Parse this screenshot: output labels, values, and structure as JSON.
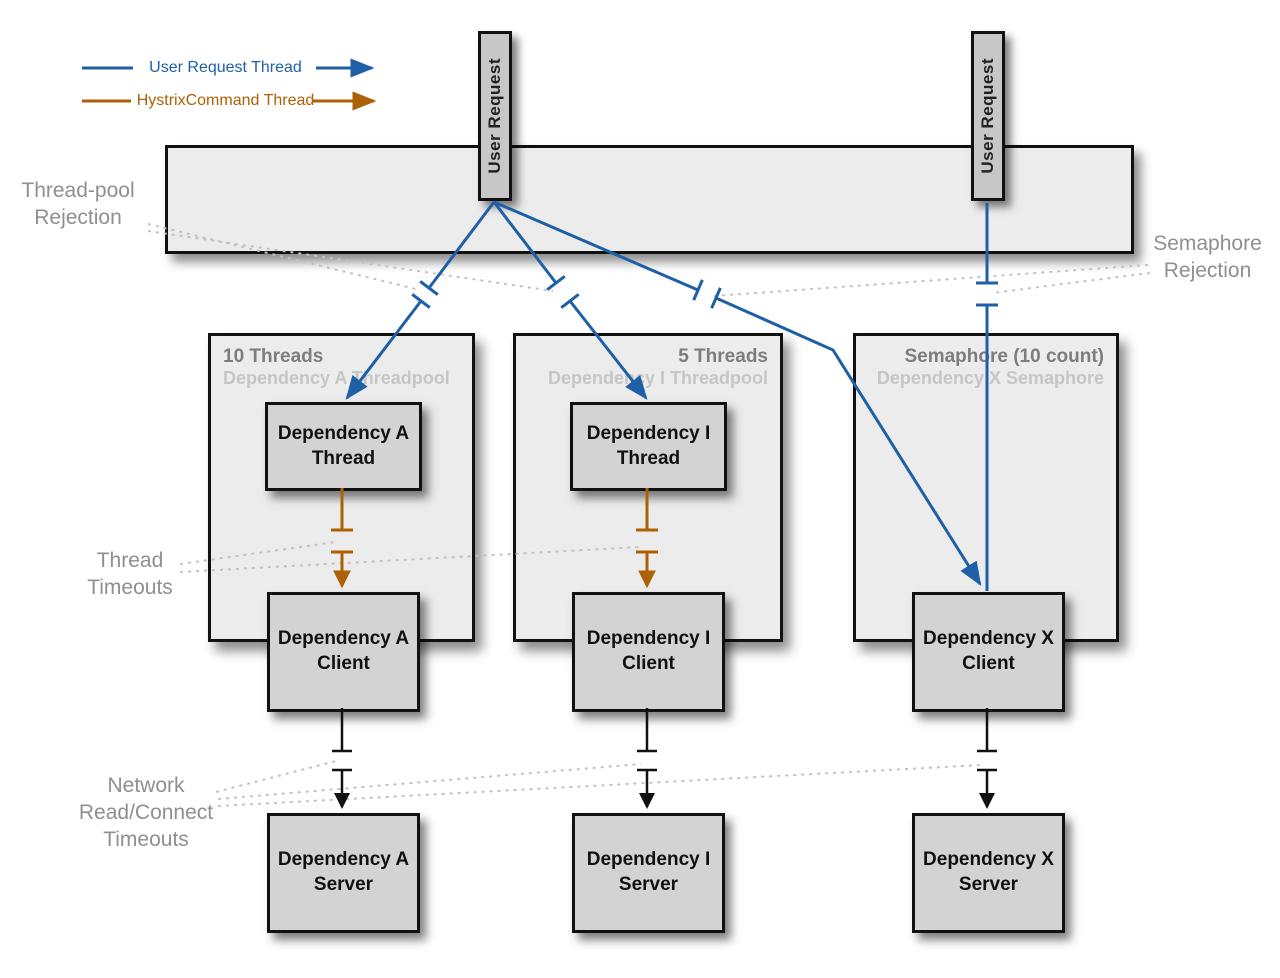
{
  "legend": {
    "user_request_thread": "User Request Thread",
    "hystrix_command_thread": "HystrixCommand Thread"
  },
  "colors": {
    "user_request_thread_blue": "#1e5fa6",
    "hystrix_command_thread_orange": "#ad6106",
    "annotation_gray": "#8f8f8f",
    "connector_black": "#111111"
  },
  "user_requests": {
    "left": "User Request",
    "right": "User Request"
  },
  "annotations": {
    "threadpool_rejection": "Thread-pool\nRejection",
    "semaphore_rejection": "Semaphore\nRejection",
    "thread_timeouts": "Thread\nTimeouts",
    "network_timeouts": "Network\nRead/Connect\nTimeouts"
  },
  "pools": [
    {
      "title": "10 Threads",
      "subtitle": "Dependency A Threadpool",
      "thread": "Dependency A\nThread",
      "client": "Dependency A\nClient",
      "server": "Dependency A\nServer"
    },
    {
      "title": "5 Threads",
      "subtitle": "Dependency I Threadpool",
      "thread": "Dependency I\nThread",
      "client": "Dependency I\nClient",
      "server": "Dependency I\nServer"
    },
    {
      "title": "Semaphore (10 count)",
      "subtitle": "Dependency X Semaphore",
      "client": "Dependency X\nClient",
      "server": "Dependency X\nServer"
    }
  ]
}
